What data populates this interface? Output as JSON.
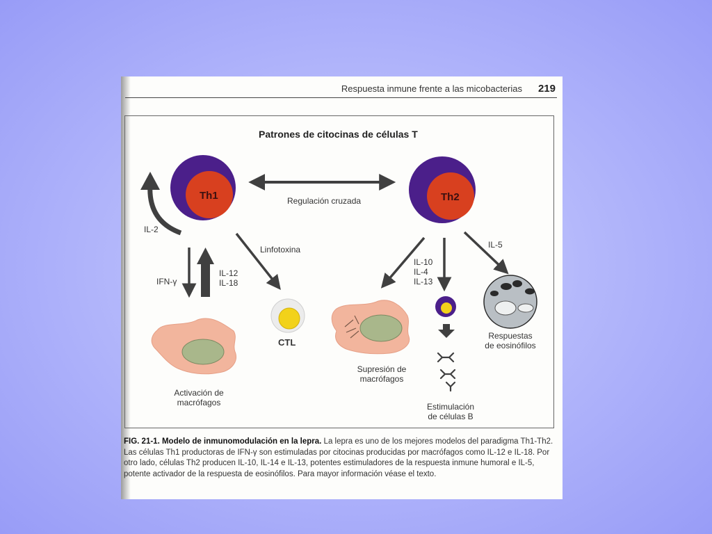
{
  "page": {
    "header_text": "Respuesta inmune frente a las micobacterias",
    "page_number": "219"
  },
  "figure": {
    "title": "Patrones de citocinas de células T",
    "cells": {
      "th1": "Th1",
      "th2": "Th2",
      "ctl": "CTL"
    },
    "labels": {
      "il2": "IL-2",
      "cross_regulation": "Regulación cruzada",
      "lymphotoxin": "Linfotoxina",
      "ifn_gamma": "IFN-γ",
      "il12": "IL-12",
      "il18": "IL-18",
      "il10": "IL-10",
      "il4": "IL-4",
      "il13": "IL-13",
      "il5": "IL-5"
    },
    "outcomes": {
      "macrophage_activation_line1": "Activación de",
      "macrophage_activation_line2": "macrófagos",
      "macrophage_suppression_line1": "Supresión de",
      "macrophage_suppression_line2": "macrófagos",
      "b_cell_stimulation_line1": "Estimulación",
      "b_cell_stimulation_line2": "de células B",
      "eosinophil_line1": "Respuestas",
      "eosinophil_line2": "de eosinófilos"
    }
  },
  "caption": {
    "label": "FIG. 21-1. Modelo de inmunomodulación en la lepra.",
    "text": " La lepra es uno de los mejores modelos del paradigma Th1-Th2. Las células Th1 productoras de IFN-γ son estimuladas por citocinas producidas por macrófagos como IL-12 e IL-18. Por otro lado, células Th2 producen IL-10, IL-14 e IL-13, potentes estimuladores de la respuesta inmune humoral e IL-5, potente activador de la respuesta de eosinófilos. Para mayor información véase el texto."
  },
  "colors": {
    "slide_background": "#a3a7f8",
    "cell_outer": "#4b1f8a",
    "cell_nucleus": "#d8401f",
    "macrophage": "#f2b59d",
    "macrophage_nucleus": "#a9b78b",
    "ctl_nucleus": "#f2d21a",
    "eosinophil": "#b9bfc4",
    "arrow": "#404040"
  },
  "icons": [
    "curved-arrow-icon",
    "double-arrow-icon",
    "antibody-icon",
    "granule-icon"
  ]
}
